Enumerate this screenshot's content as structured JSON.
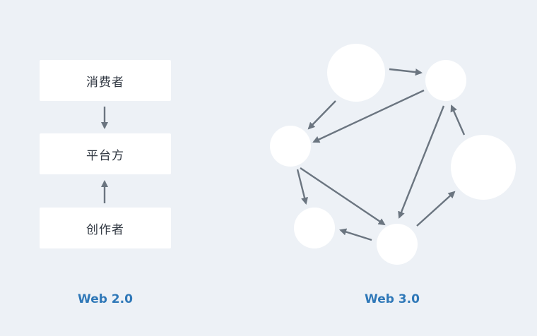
{
  "web2": {
    "consumer": "消费者",
    "platform": "平台方",
    "creator": "创作者",
    "caption": "Web 2.0"
  },
  "web3": {
    "caption": "Web 3.0"
  },
  "colors": {
    "background": "#edf1f6",
    "node": "#ffffff",
    "arrow": "#6b7580",
    "caption": "#2f78b8"
  }
}
